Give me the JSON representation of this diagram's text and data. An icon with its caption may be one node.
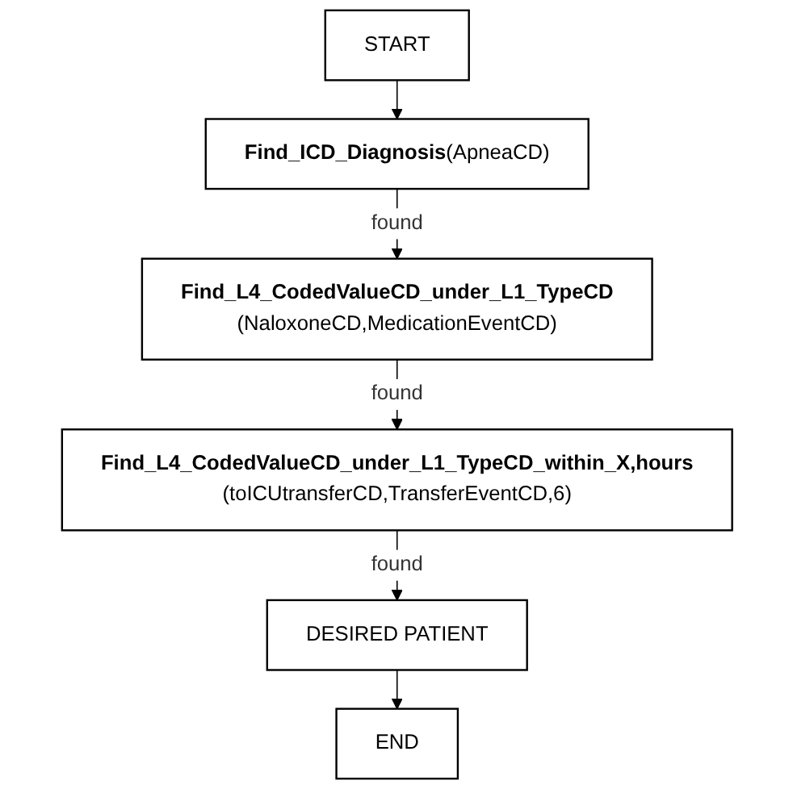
{
  "diagram": {
    "nodes": [
      {
        "text": [
          "START"
        ]
      },
      {
        "text": [
          "**Find_ICD_Diagnosis**(ApneaCD)"
        ]
      },
      {
        "text": [
          "Find_L4_CodedValueCD_under_L1_TypeCD",
          "(NaloxoneCD,MedicationEventCD)"
        ]
      },
      {
        "text": [
          "Find_L4_CodedValueCD_under_L1_TypeCD_within_X,hours",
          "(toICUtransferCD,TransferEventCD,6)"
        ]
      },
      {
        "text": [
          "DESIRED PATIENT"
        ]
      },
      {
        "text": [
          "END"
        ]
      }
    ],
    "edges": [
      {
        "from": 0,
        "to": 1,
        "arrow": "to"
      },
      {
        "from": 1,
        "to": 2,
        "arrow": "to",
        "label": "found"
      },
      {
        "from": 2,
        "to": 3,
        "arrow": "to",
        "label": "found"
      },
      {
        "from": 3,
        "to": 4,
        "arrow": "to",
        "label": "found"
      },
      {
        "from": 4,
        "to": 5,
        "arrow": "to"
      }
    ]
  }
}
